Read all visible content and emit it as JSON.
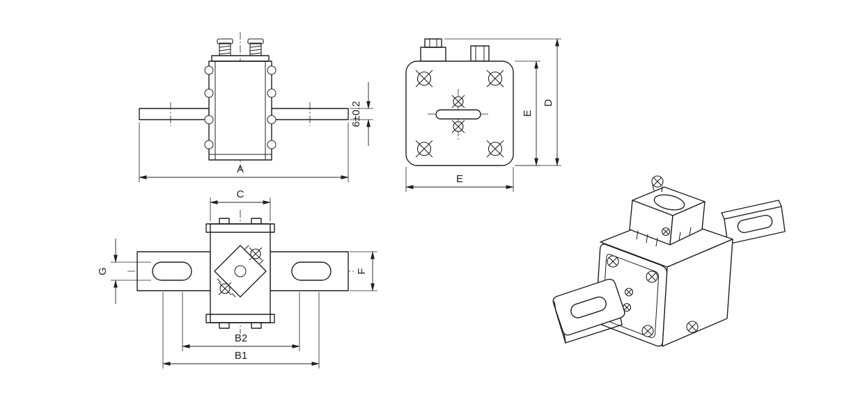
{
  "colors": {
    "line": "#1f1f1f",
    "background": "#ffffff"
  },
  "views": {
    "side": {
      "dims": {
        "a": "A",
        "blade_thickness": "6±0.2"
      }
    },
    "front": {
      "dims": {
        "width_e": "E",
        "height_e": "E",
        "height_d": "D"
      }
    },
    "bottom": {
      "dims": {
        "c": "C",
        "g": "G",
        "f": "F",
        "b2": "B2",
        "b1": "B1"
      }
    }
  }
}
